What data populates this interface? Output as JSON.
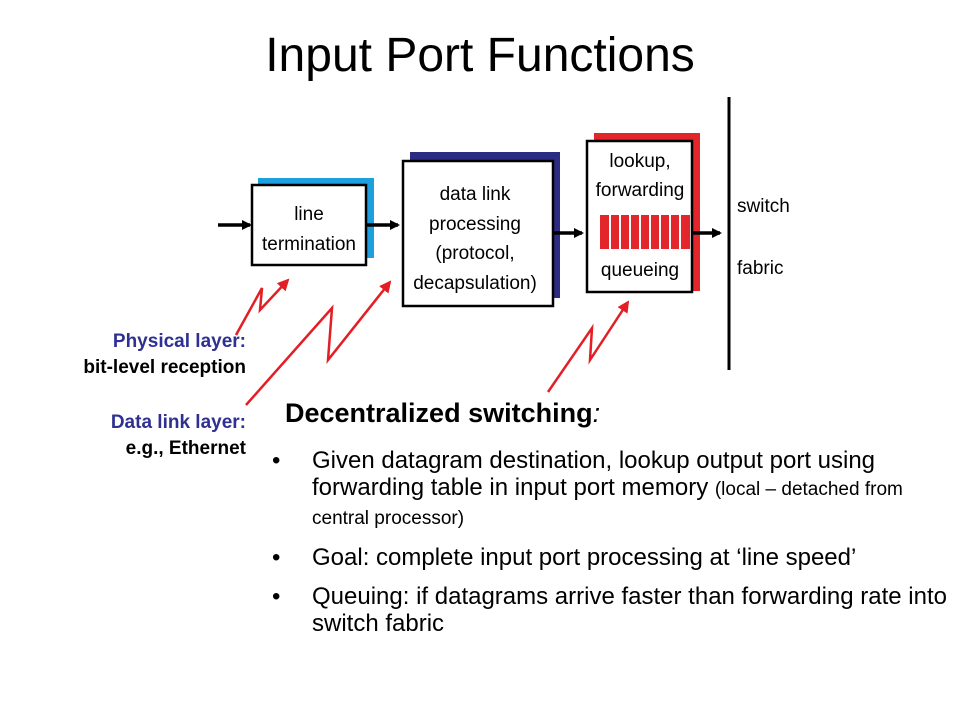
{
  "title": "Input Port Functions",
  "diagram": {
    "boxes": {
      "line_termination": [
        "line",
        "termination"
      ],
      "data_link_processing": [
        "data link",
        "processing",
        "(protocol,",
        "decapsulation)"
      ],
      "lookup_forwarding": [
        "lookup,",
        "forwarding",
        "queueing"
      ]
    },
    "switch_fabric": [
      "switch",
      "fabric"
    ],
    "colors": {
      "line_termination_shadow": "#1e9fde",
      "data_link_shadow": "#2c2b83",
      "lookup_shadow": "#e3262b",
      "queue_fill": "#e3262b",
      "annotation_stroke": "#e31e24",
      "layer_label_blue": "#2e3191"
    }
  },
  "labels": {
    "physical": {
      "title": "Physical layer:",
      "detail": "bit-level reception"
    },
    "datalink": {
      "title": "Data link layer:",
      "detail": "e.g., Ethernet"
    }
  },
  "heading": {
    "text": "Decentralized switching",
    "suffix": ":"
  },
  "bullets": [
    {
      "text": "Given datagram destination, lookup output port using forwarding table in input port memory ",
      "small": "(local – detached from central processor)"
    },
    {
      "text": "Goal: complete input port processing at ‘line speed’",
      "small": ""
    },
    {
      "text": "Queuing: if datagrams arrive faster than forwarding rate into switch fabric",
      "small": ""
    }
  ]
}
